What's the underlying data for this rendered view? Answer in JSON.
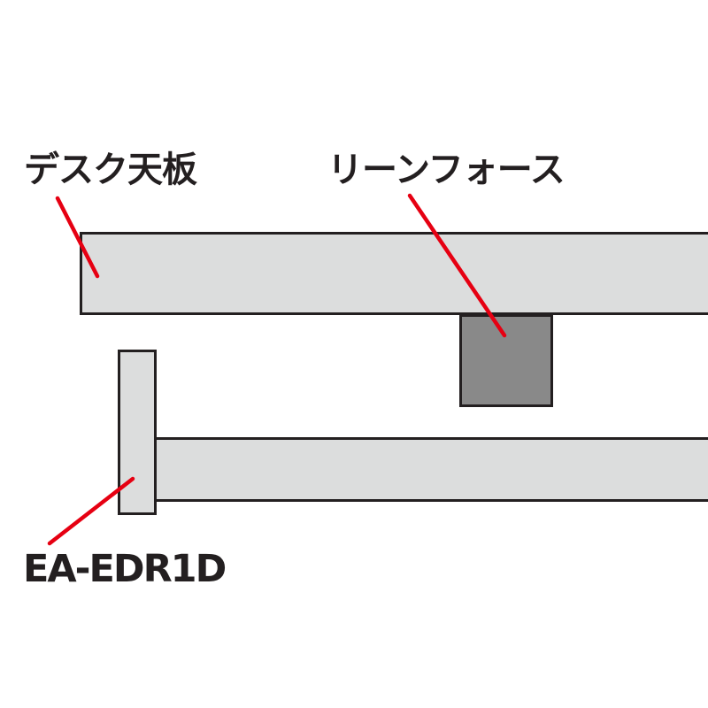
{
  "labels": {
    "desk_panel": "デスク天板",
    "reinforce": "リーンフォース",
    "model_number": "EA-EDR1D"
  },
  "colors": {
    "background": "#ffffff",
    "panel_fill": "#dcdddd",
    "reinforce_fill": "#898989",
    "outline": "#231f20",
    "leader_line": "#e60012",
    "label_text": "#231f20"
  }
}
